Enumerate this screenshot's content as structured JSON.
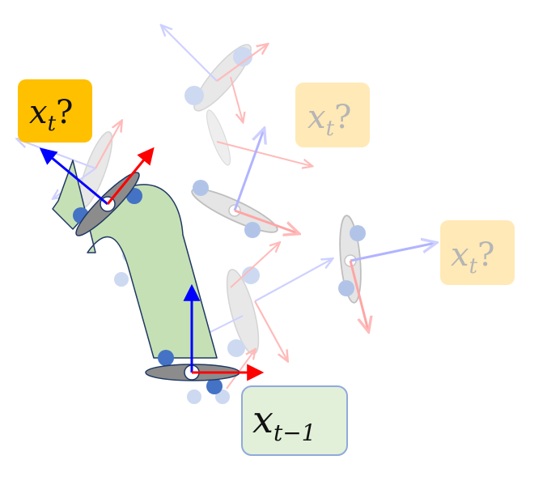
{
  "labels": {
    "current": {
      "var": "x",
      "sub": "t",
      "suffix": "?"
    },
    "candidate_upper": {
      "var": "x",
      "sub": "t",
      "suffix": "?"
    },
    "candidate_right": {
      "var": "x",
      "sub": "t",
      "suffix": "?"
    },
    "previous": {
      "var": "x",
      "sub": "t−1"
    }
  },
  "colors": {
    "current_box": "#FFC000",
    "candidate_box": "#FFE9B6",
    "previous_box": "#E2F0D9",
    "previous_box_border": "#8FAADC",
    "arrow_fill": "#C5E0B4",
    "arrow_stroke": "#1F3864",
    "axis_forward": "#FF0000",
    "axis_up": "#0000FF",
    "ghost_forward": "#FFB3B3",
    "ghost_up": "#C9CCFF",
    "robot_body": "#8C8C8C",
    "robot_body_ghost": "#E6E6E6",
    "wheel": "#4472C4",
    "wheel_ghost": "#C7D5F0"
  }
}
